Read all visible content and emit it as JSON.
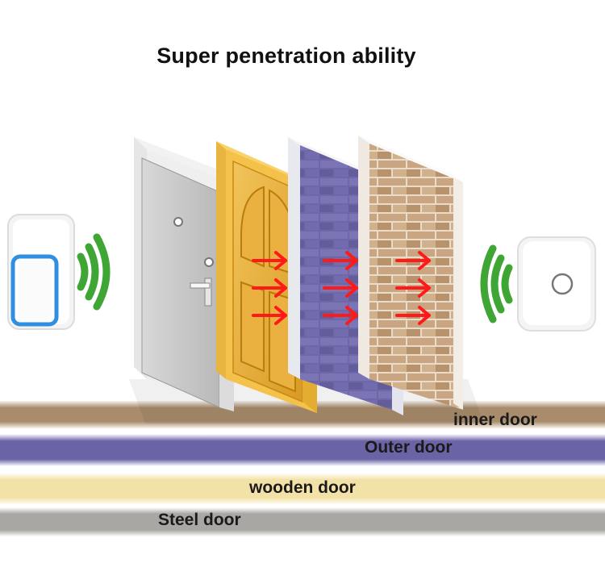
{
  "title": "Super penetration ability",
  "layers": [
    {
      "label": "inner door",
      "color": "#a88c6c"
    },
    {
      "label": "Outer door",
      "color": "#6a64a6"
    },
    {
      "label": "wooden door",
      "color": "#f3e2a8"
    },
    {
      "label": "Steel door",
      "color": "#a9a7a3"
    }
  ],
  "colors": {
    "steel": "#c9c9c9",
    "wood": "#e6b13c",
    "frame": "#f1c44c",
    "purple_brick": "#6e68a8",
    "tan_brick": "#c9a681",
    "arrow": "#ff1a1a",
    "signal": "#3fa535",
    "button_accent": "#2f8fe0"
  },
  "icons": {
    "transmitter": "doorbell-button-icon",
    "receiver": "doorbell-receiver-icon",
    "signal": "wireless-signal-icon",
    "arrow": "right-arrow-icon"
  }
}
